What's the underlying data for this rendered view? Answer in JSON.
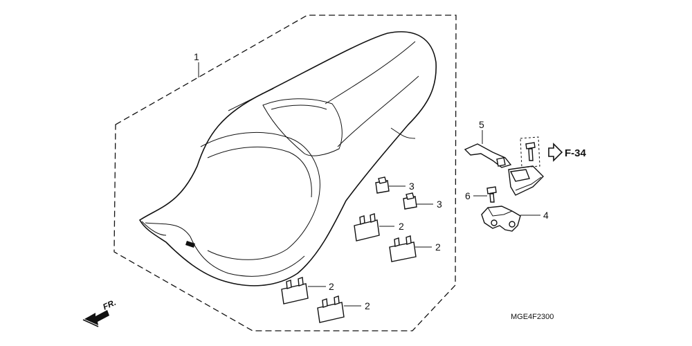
{
  "callouts": {
    "seat": "1",
    "rubber_a": "2",
    "rubber_b": "2",
    "rubber_c": "2",
    "rubber_d": "2",
    "cushion_a": "3",
    "cushion_b": "3",
    "lock": "4",
    "bracket": "5",
    "bolt": "6"
  },
  "reference": "F-34",
  "direction": "FR.",
  "part_code": "MGE4F2300"
}
